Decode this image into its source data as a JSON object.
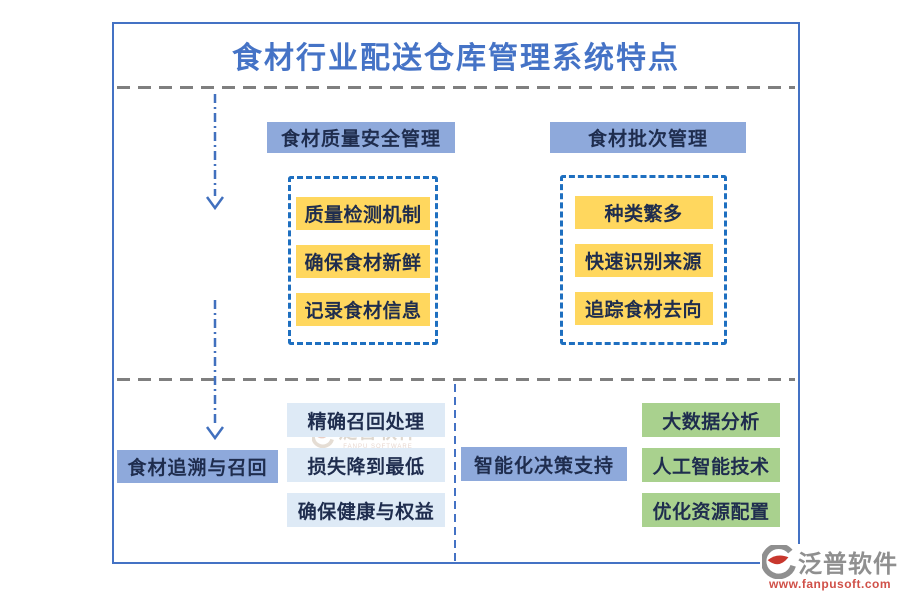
{
  "title": "食材行业配送仓库管理系统特点",
  "sections": {
    "top_left": {
      "header": "食材质量安全管理",
      "items": [
        "质量检测机制",
        "确保食材新鲜",
        "记录食材信息"
      ]
    },
    "top_right": {
      "header": "食材批次管理",
      "items": [
        "种类繁多",
        "快速识别来源",
        "追踪食材去向"
      ]
    },
    "bottom_left": {
      "header": "食材追溯与召回",
      "items": [
        "精确召回处理",
        "损失降到最低",
        "确保健康与权益"
      ]
    },
    "bottom_right": {
      "header": "智能化决策支持",
      "items": [
        "大数据分析",
        "人工智能技术",
        "优化资源配置"
      ]
    }
  },
  "branding": {
    "logo_text": "泛普软件",
    "website": "www.fanpusoft.com",
    "watermark_text": "泛普软件",
    "watermark_subtext": "FANPU SOFTWARE",
    "logo_icon": "fanpu-logo-icon"
  },
  "colors": {
    "title_blue": "#4573C6",
    "outer_border": "#4472C4",
    "header_fill": "#8EA9DB",
    "item_yellow": "#FFD75E",
    "item_lightblue": "#DEEAF6",
    "item_green": "#A9D18E",
    "dashed_box_blue": "#1E6FC0",
    "divider_gray": "#7f7f7f",
    "arrow_blue": "#4472C4",
    "text_dark": "#1f2d4e",
    "brand_gray": "#8f8f8f",
    "brand_red": "#D05048"
  }
}
